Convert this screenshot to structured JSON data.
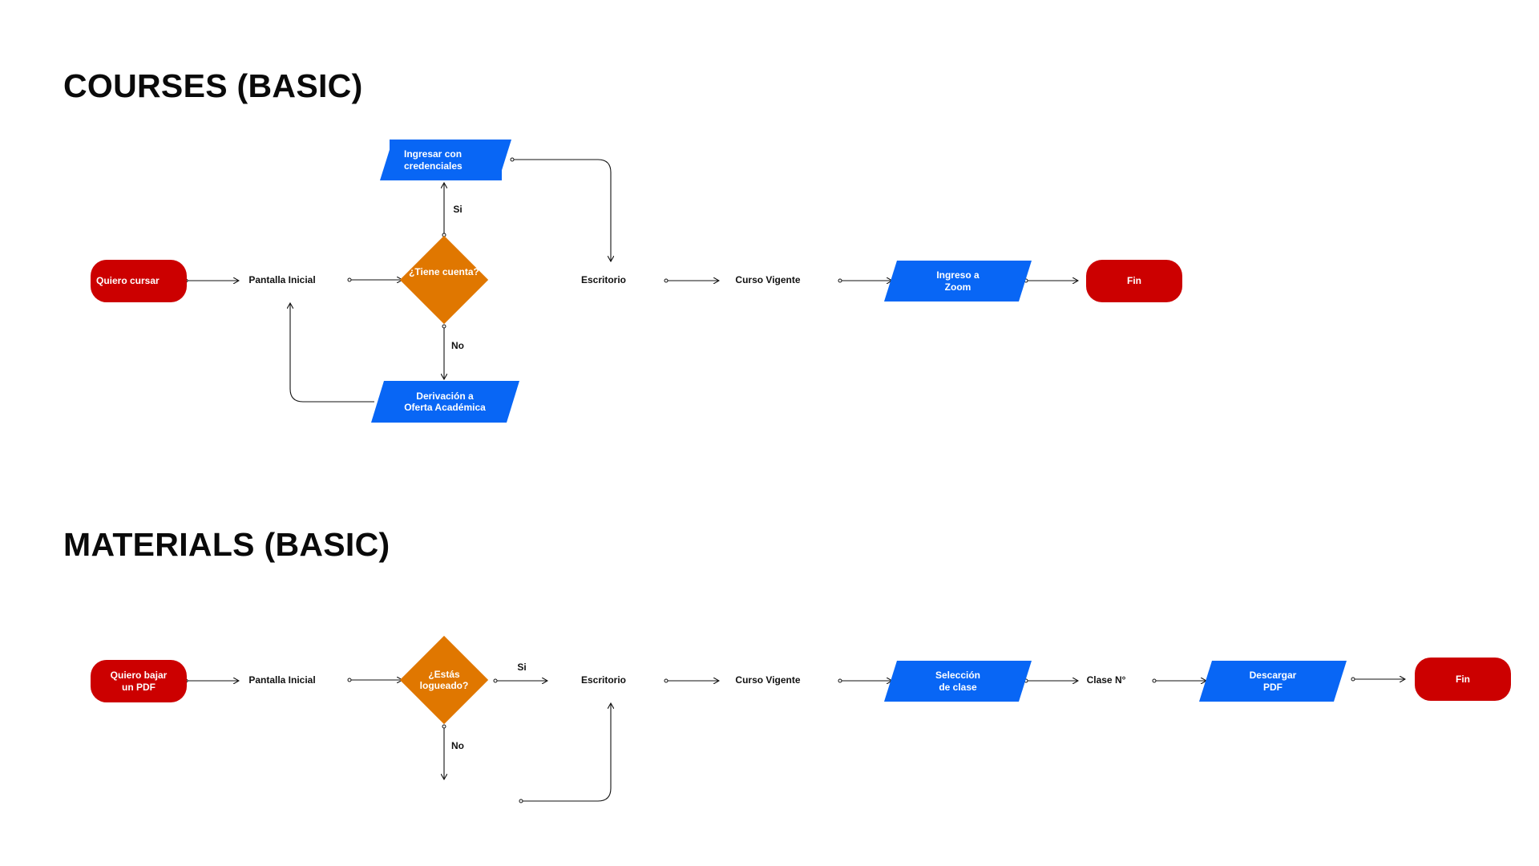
{
  "courses": {
    "title": "COURSES (BASIC)",
    "start": "Quiero cursar",
    "pantalla": "Pantalla Inicial",
    "decision": "¿Tiene cuenta?",
    "login": "Ingresar con\ncredenciales",
    "derivacion": "Derivación a\nOferta Académica",
    "escritorio": "Escritorio",
    "curso": "Curso Vigente",
    "zoom": "Ingreso a\nZoom",
    "end": "Fin",
    "yes": "Si",
    "no": "No"
  },
  "materials": {
    "title": "MATERIALS (BASIC)",
    "start": "Quiero bajar\nun PDF",
    "pantalla": "Pantalla Inicial",
    "decision": "¿Estás\nlogueado?",
    "escritorio": "Escritorio",
    "curso": "Curso Vigente",
    "seleccion": "Selección\nde clase",
    "clase": "Clase N°",
    "descargar": "Descargar\nPDF",
    "end": "Fin",
    "yes": "Si",
    "no": "No"
  },
  "colors": {
    "terminal": "#cc0000",
    "io": "#0866f5",
    "decision": "#e07700",
    "connector": "#111111"
  }
}
